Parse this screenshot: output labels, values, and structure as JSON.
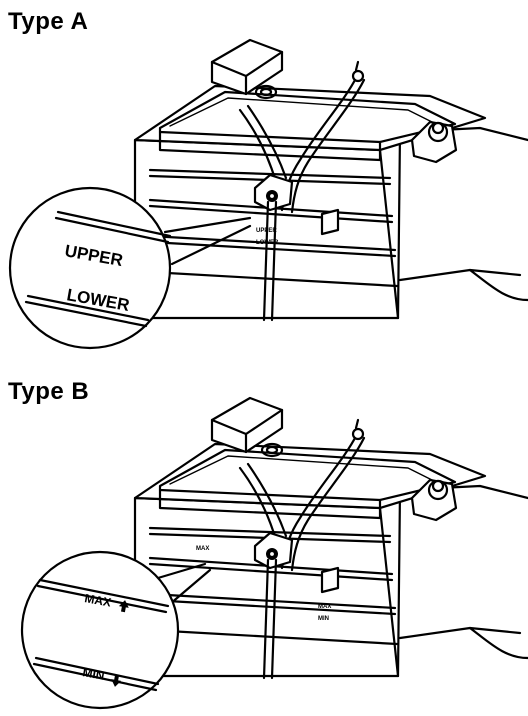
{
  "panels": [
    {
      "label": "Type A",
      "upper_mark": "UPPER",
      "lower_mark": "LOWER"
    },
    {
      "label": "Type B",
      "upper_mark": "MAX",
      "lower_mark": "MIN"
    }
  ],
  "icons": {
    "up_arrow": "arrow-up-icon",
    "down_arrow": "arrow-down-icon"
  }
}
